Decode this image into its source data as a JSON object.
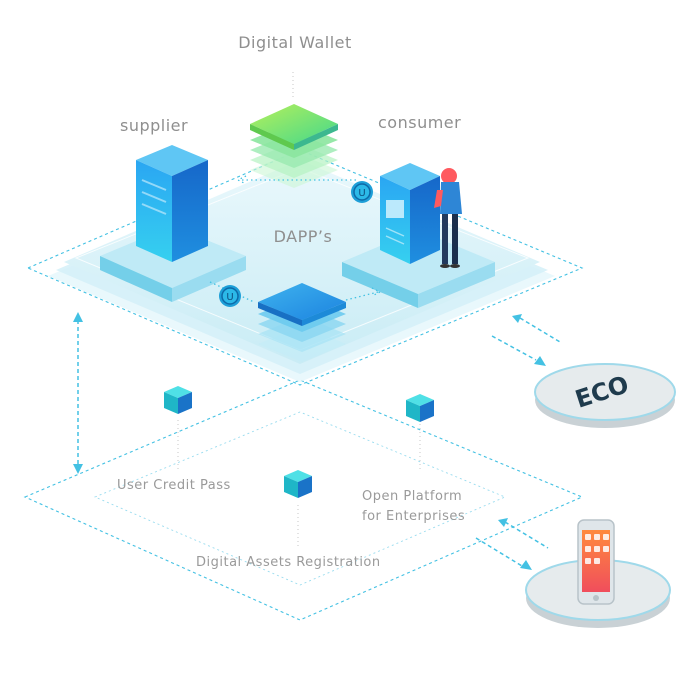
{
  "labels": {
    "digital_wallet": "Digital Wallet",
    "supplier": "supplier",
    "consumer": "consumer",
    "dapps": "DAPP’s",
    "user_credit_pass": "User Credit Pass",
    "open_platform_line1": "Open Platform",
    "open_platform_line2": "for Enterprises",
    "digital_assets_registration": "Digital Assets Registration",
    "eco_badge": "ECO"
  },
  "colors": {
    "dashed_line": "#43c1e3",
    "label_gray": "#8f8f8f",
    "platform_fill": "#dff3f9",
    "wallet_green": "#7ee04a",
    "server_blue": "#1e8fe6",
    "cube_teal": "#1fb6c7",
    "disc_gray": "#d6dcdf",
    "phone_orange": "#f36b3b"
  }
}
